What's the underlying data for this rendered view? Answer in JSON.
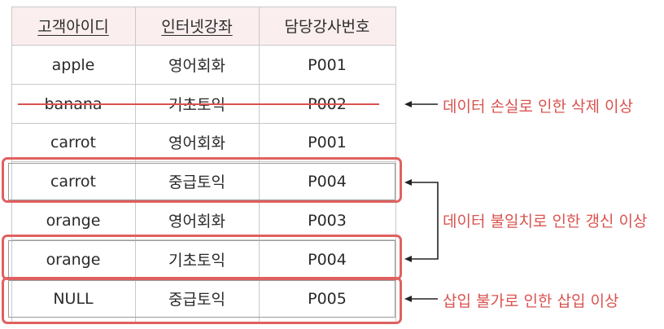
{
  "table": {
    "headers": [
      "고객아이디",
      "인터넷강좌",
      "담당강사번호"
    ],
    "rows": [
      [
        "apple",
        "영어회화",
        "P001"
      ],
      [
        "banana",
        "기초토익",
        "P002"
      ],
      [
        "carrot",
        "영어회화",
        "P001"
      ],
      [
        "carrot",
        "중급토익",
        "P004"
      ],
      [
        "orange",
        "영어회화",
        "P003"
      ],
      [
        "orange",
        "기초토익",
        "P004"
      ],
      [
        "NULL",
        "중급토익",
        "P005"
      ]
    ]
  },
  "annotations": {
    "delete_anomaly": "데이터 손실로 인한 삭제 이상",
    "update_anomaly": "데이터 불일치로 인한 갱신 이상",
    "insert_anomaly": "삽입 불가로 인한 삽입 이상"
  },
  "colors": {
    "header_bg": "#fbeeee",
    "highlight": "#e06060",
    "annotation": "#d9534f",
    "grid": "#c9c9c9"
  }
}
